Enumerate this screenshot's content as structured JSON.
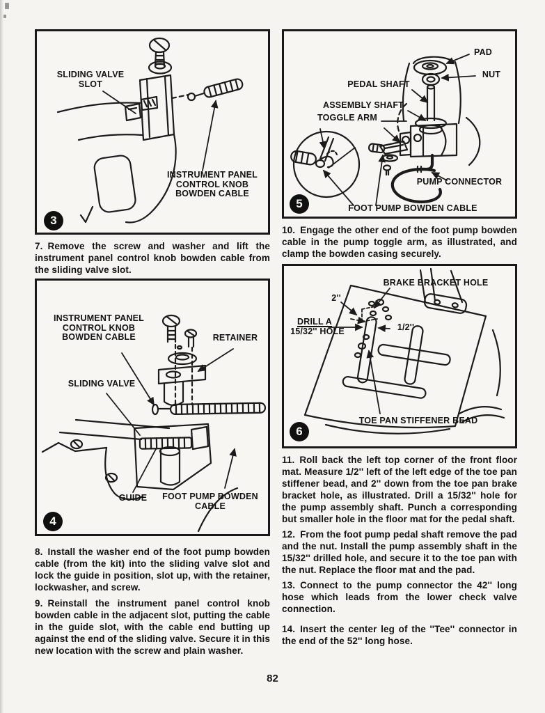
{
  "paper": {
    "background": "#f5f4f0",
    "ink": "#1b1b1b"
  },
  "page_number": "82",
  "figures": {
    "fig3": {
      "badge": "3",
      "labels": {
        "sliding_valve_slot": "SLIDING VALVE\nSLOT",
        "instrument_cable": "INSTRUMENT PANEL\nCONTROL KNOB\nBOWDEN CABLE"
      }
    },
    "fig4": {
      "badge": "4",
      "labels": {
        "instrument_cable": "INSTRUMENT PANEL\nCONTROL KNOB\nBOWDEN CABLE",
        "retainer": "RETAINER",
        "sliding_valve": "SLIDING VALVE",
        "guide": "GUIDE",
        "foot_pump_cable": "FOOT PUMP BOWDEN\nCABLE"
      }
    },
    "fig5": {
      "badge": "5",
      "labels": {
        "pad": "PAD",
        "nut": "NUT",
        "pedal_shaft": "PEDAL SHAFT",
        "assembly_shaft": "ASSEMBLY SHAFT",
        "toggle_arm": "TOGGLE ARM",
        "pump_connector": "PUMP CONNECTOR",
        "foot_pump_cable": "FOOT PUMP BOWDEN CABLE"
      }
    },
    "fig6": {
      "badge": "6",
      "labels": {
        "brake_bracket_hole": "BRAKE BRACKET HOLE",
        "dim_2in": "2''",
        "drill_a": "DRILL A",
        "hole_15_32": "15/32'' HOLE",
        "dim_half_in": "1/2''",
        "toe_pan_bead": "TOE PAN STIFFENER BEAD"
      }
    }
  },
  "steps": [
    {
      "num": "7.",
      "text": "Remove the screw and washer and lift the instrument panel control knob bowden cable from the sliding valve slot."
    },
    {
      "num": "8.",
      "text": "Install the washer end of the foot pump bowden cable (from the kit) into the sliding valve slot and lock the guide in position, slot up, with the retainer, lockwasher, and screw."
    },
    {
      "num": "9.",
      "text": "Reinstall the instrument panel control knob bowden cable in the adjacent slot, putting the cable in the guide slot, with the cable end butting up against the end of the sliding valve. Secure it in this new location with the screw and plain washer."
    },
    {
      "num": "10.",
      "text": "Engage the other end of the foot pump bowden cable in the pump toggle arm, as illustrated, and clamp the bowden casing securely."
    },
    {
      "num": "11.",
      "text": "Roll back the left top corner of the front floor mat. Measure 1/2'' left of the left edge of the toe pan stiffener bead, and 2'' down from the toe pan brake bracket hole, as illustrated. Drill a 15/32'' hole for the pump assembly shaft. Punch a corresponding but smaller hole in the floor mat for the pedal shaft."
    },
    {
      "num": "12.",
      "text": "From the foot pump pedal shaft remove the pad and the nut. Install the pump assembly shaft in the 15/32'' drilled hole, and secure it to the toe pan with the nut. Replace the floor mat and the pad."
    },
    {
      "num": "13.",
      "text": "Connect to the pump connector the 42'' long hose which leads from the lower check valve connection."
    },
    {
      "num": "14.",
      "text": "Insert the center leg of the ''Tee'' connector in the end of the 52'' long hose."
    }
  ]
}
